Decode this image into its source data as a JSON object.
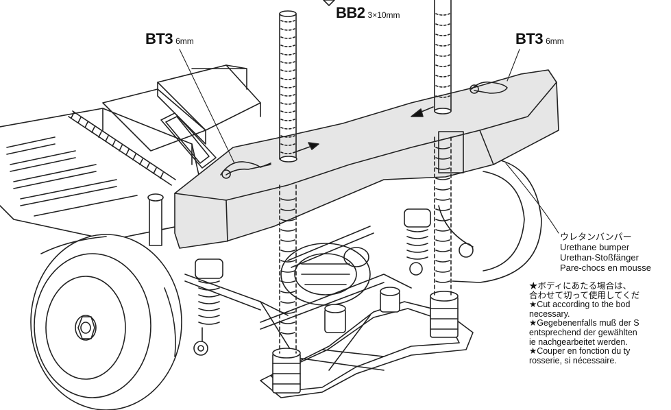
{
  "labels": {
    "bb2": {
      "code": "BB2",
      "size": "3×10mm"
    },
    "bt3_left": {
      "code": "BT3",
      "size": "6mm"
    },
    "bt3_right": {
      "code": "BT3",
      "size": "6mm"
    }
  },
  "bumper": {
    "name_ja": "ウレタンバンパー",
    "name_en": "Urethane bumper",
    "name_de": "Urethan-Stoßfänger",
    "name_fr": "Pare-chocs en mousse"
  },
  "notes": [
    "★ボディにあたる場合は、",
    "合わせて切って使用してくだ",
    "★Cut according to the bod",
    "necessary.",
    "★Gegebenenfalls muß der S",
    "entsprechend der gewählten",
    "ie nachgearbeitet werden.",
    "★Couper en fonction du ty",
    "rosserie, si nécessaire."
  ],
  "colors": {
    "line": "#222222",
    "bumper_fill": "#e6e6e6",
    "background": "#ffffff"
  }
}
